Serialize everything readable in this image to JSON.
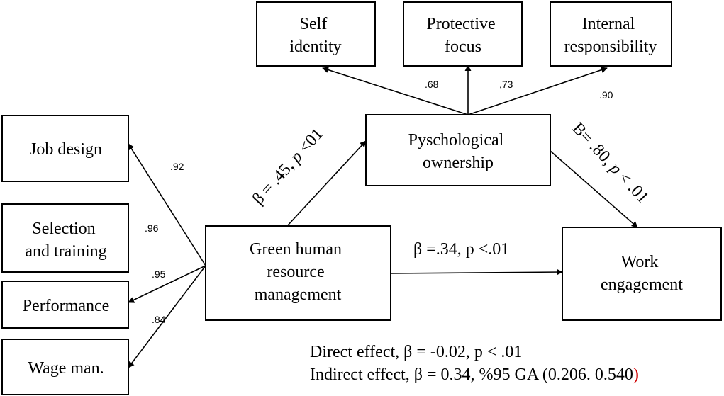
{
  "nodes": {
    "self_identity": [
      "Self",
      "identity"
    ],
    "protective_focus": [
      "Protective",
      "focus"
    ],
    "internal_responsibility": [
      "Internal",
      "responsibility"
    ],
    "psychological_ownership": [
      "Pyschological",
      "ownership"
    ],
    "job_design": [
      "Job design"
    ],
    "selection_training": [
      "Selection",
      "and training"
    ],
    "performance": [
      "Performance"
    ],
    "wage": [
      "Wage man."
    ],
    "ghrm": [
      "Green human",
      "resource",
      "management"
    ],
    "work_engagement": [
      "Work",
      "engagement"
    ]
  },
  "loadings": {
    "self_identity": ".68",
    "protective_focus": ",73",
    "internal_responsibility": ".90",
    "job_design": ".92",
    "selection_training": ".96",
    "performance": ".95",
    "wage": ".84"
  },
  "paths": {
    "ghrm_to_po": {
      "b": "β = .45, ",
      "p": "p",
      "rest": " <01"
    },
    "po_to_we": {
      "b": "B= .80, ",
      "p": "p",
      "rest": " < .01"
    },
    "ghrm_to_we": "β =.34, p <.01"
  },
  "effects": {
    "direct": "Direct effect, β = -0.02, p < .01",
    "indirect_main": "Indirect effect, β = 0.34, %95 GA (0.206. 0.540",
    "indirect_close": ")",
    "indirect_close_color": "#d00000"
  }
}
